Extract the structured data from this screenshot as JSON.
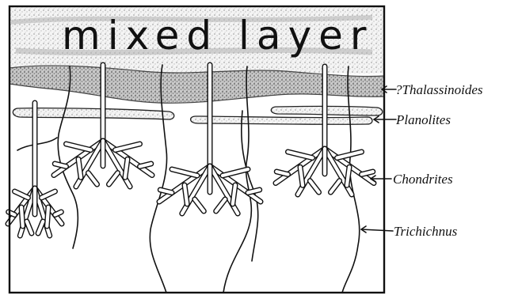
{
  "diagram": {
    "title": "mixed layer",
    "labels": {
      "thalassinoides": "?Thalassinoides",
      "planolites": "Planolites",
      "chondrites": "Chondrites",
      "trichichnus": "Trichichnus"
    },
    "colors": {
      "ink": "#111111",
      "stipple": "#9a9a9a",
      "background": "#ffffff"
    }
  }
}
